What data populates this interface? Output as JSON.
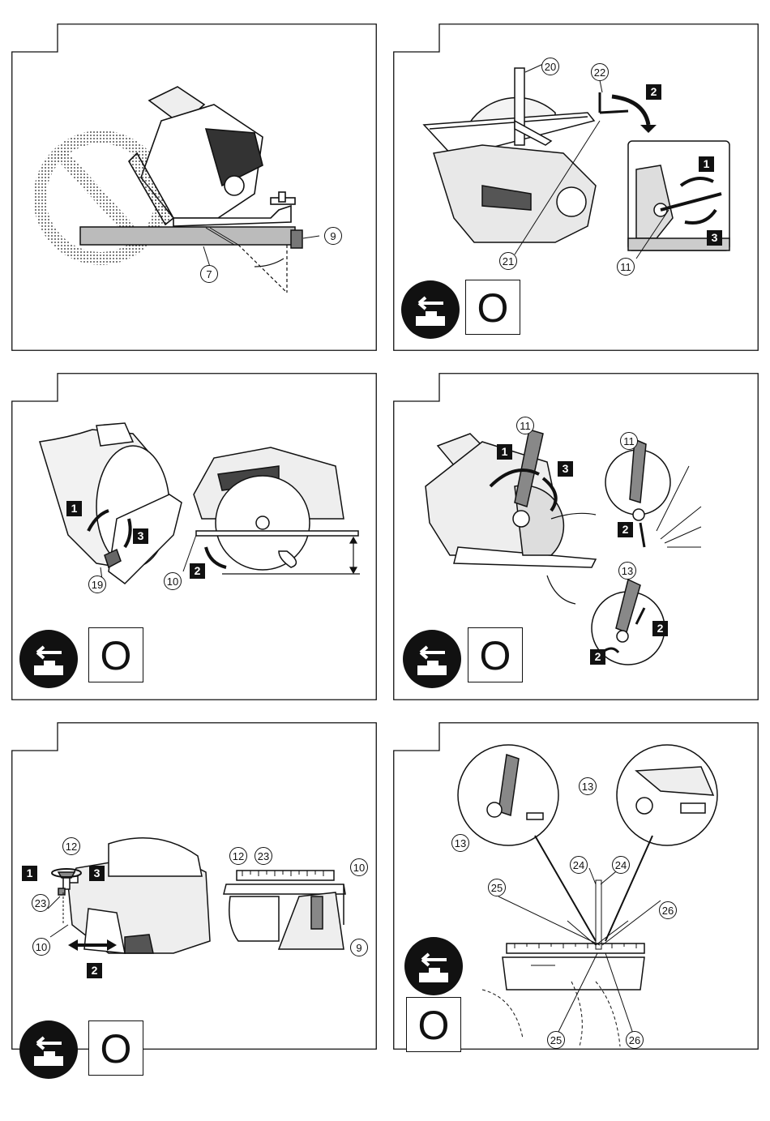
{
  "panels": [
    {
      "id": "no-bevel-cut",
      "callouts": [
        "9",
        "7"
      ],
      "steps": [],
      "battery_off": false
    },
    {
      "id": "blade-square-adjust",
      "callouts": [
        "20",
        "22",
        "21",
        "11"
      ],
      "steps": [
        "1",
        "2",
        "3"
      ],
      "battery_off": true,
      "off_label": "O"
    },
    {
      "id": "depth-adjust",
      "callouts": [
        "19",
        "10"
      ],
      "steps": [
        "1",
        "2",
        "3"
      ],
      "battery_off": true,
      "off_label": "O"
    },
    {
      "id": "bevel-adjust",
      "callouts": [
        "11",
        "11",
        "13"
      ],
      "steps": [
        "1",
        "2",
        "3",
        "2",
        "2"
      ],
      "battery_off": true,
      "off_label": "O"
    },
    {
      "id": "guide-adjust",
      "callouts": [
        "12",
        "23",
        "10",
        "12",
        "23",
        "10",
        "9"
      ],
      "steps": [
        "1",
        "3",
        "2"
      ],
      "battery_off": true,
      "off_label": "O"
    },
    {
      "id": "cutting-line",
      "callouts": [
        "13",
        "13",
        "24",
        "24",
        "25",
        "26",
        "25",
        "26"
      ],
      "steps": [],
      "battery_off": true,
      "off_label": "O"
    }
  ]
}
